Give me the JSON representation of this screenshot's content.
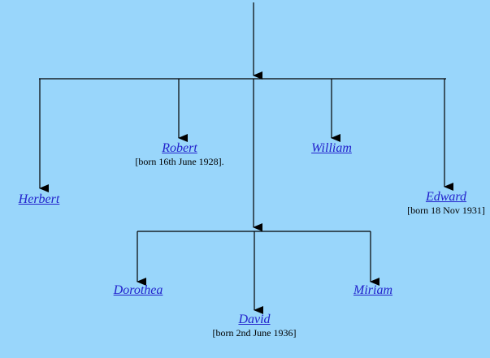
{
  "tree": {
    "children": [
      {
        "id": "herbert",
        "name": "Herbert",
        "note": ""
      },
      {
        "id": "robert",
        "name": "Robert",
        "note": "[born 16th June 1928]."
      },
      {
        "id": "william",
        "name": "William",
        "note": ""
      },
      {
        "id": "edward",
        "name": "Edward",
        "note": "[born 18 Nov 1931]"
      }
    ],
    "grandchildren": [
      {
        "id": "dorothea",
        "name": "Dorothea",
        "note": ""
      },
      {
        "id": "david",
        "name": "David",
        "note": "[born 2nd June 1936]"
      },
      {
        "id": "miriam",
        "name": "Miriam",
        "note": ""
      }
    ]
  },
  "colors": {
    "background": "#99d6fb",
    "link": "#2222cc",
    "line": "#000000"
  }
}
